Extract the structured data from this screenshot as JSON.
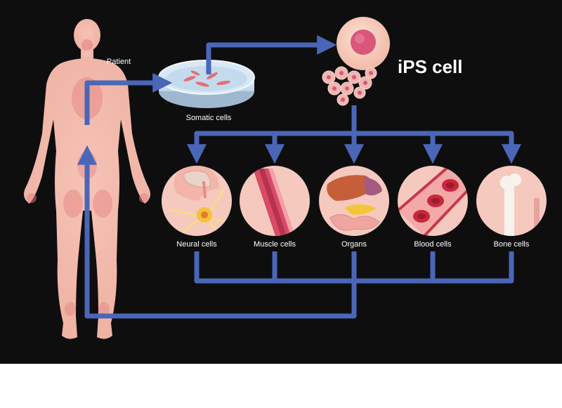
{
  "labels": {
    "patient": "Patient",
    "somatic": "Somatic cells",
    "ips": "iPS cell"
  },
  "cell_types": [
    {
      "label": "Neural cells",
      "icon": "neural-icon"
    },
    {
      "label": "Muscle cells",
      "icon": "muscle-icon"
    },
    {
      "label": "Organs",
      "icon": "organs-icon"
    },
    {
      "label": "Blood cells",
      "icon": "blood-icon"
    },
    {
      "label": "Bone cells",
      "icon": "bone-icon"
    }
  ],
  "colors": {
    "background": "#0e0e0e",
    "arrow": "#4a66b8",
    "skin": "#f2b8aa",
    "skin_highlight": "#e58080",
    "circle": "#f6c9bf",
    "text": "#ffffff"
  }
}
